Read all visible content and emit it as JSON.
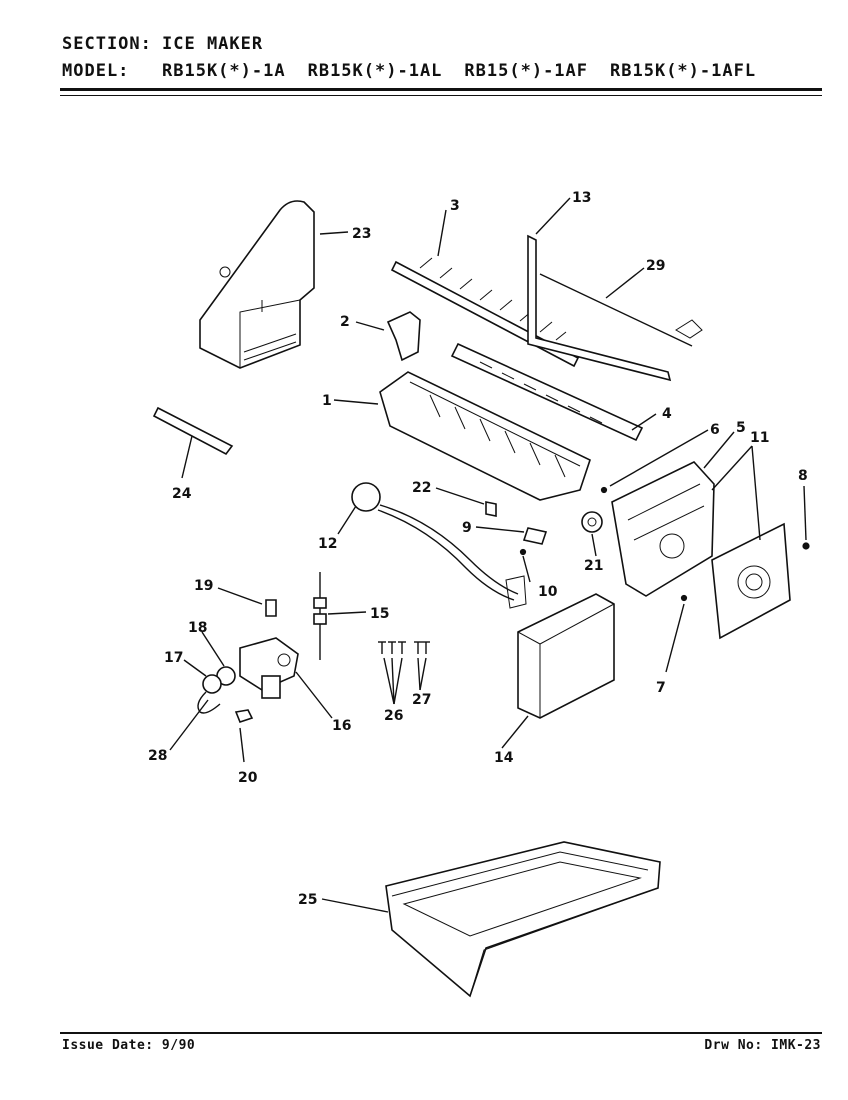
{
  "header": {
    "section_label": "SECTION:",
    "section_value": "ICE MAKER",
    "model_label": "MODEL:",
    "models": [
      "RB15K(*)-1A",
      "RB15K(*)-1AL",
      "RB15(*)-1AF",
      "RB15K(*)-1AFL"
    ]
  },
  "callouts": [
    "1",
    "2",
    "3",
    "4",
    "5",
    "6",
    "7",
    "8",
    "9",
    "10",
    "11",
    "12",
    "13",
    "14",
    "15",
    "16",
    "17",
    "18",
    "19",
    "20",
    "21",
    "22",
    "23",
    "24",
    "25",
    "26",
    "27",
    "28",
    "29"
  ],
  "footer": {
    "issue_date": "Issue Date: 9/90",
    "drawing_no": "Drw No: IMK-23"
  }
}
